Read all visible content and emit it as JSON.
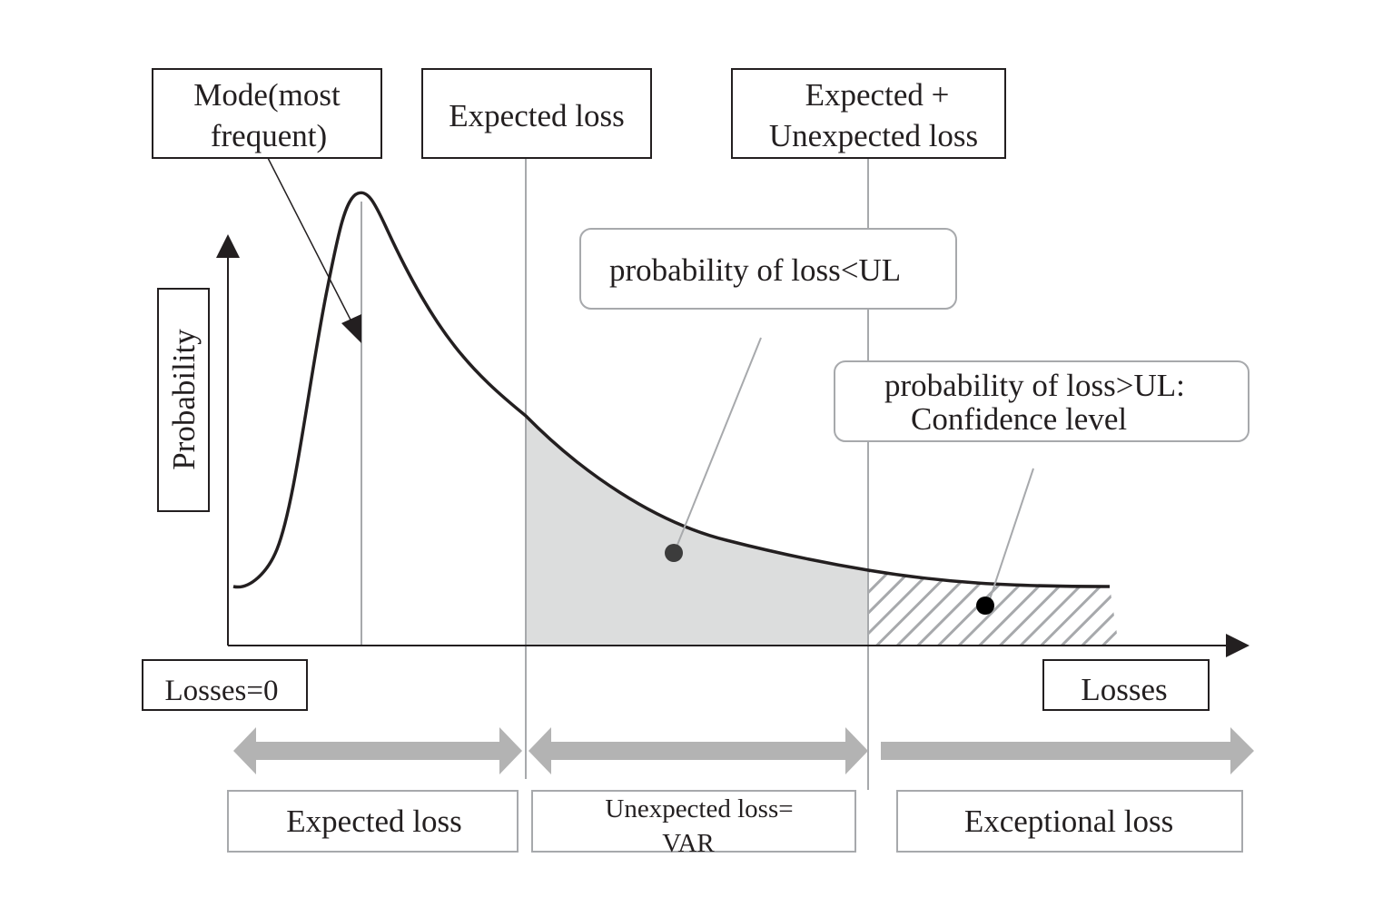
{
  "labels": {
    "mode_line1": "Mode(most",
    "mode_line2": "frequent)",
    "expected_loss_top": "Expected loss",
    "expected_plus_line1": "Expected +",
    "expected_plus_line2": "Unexpected loss",
    "prob_less": "probability of loss<UL",
    "prob_greater_line1": "probability of loss>UL:",
    "prob_greater_line2": "Confidence level",
    "y_axis": "Probability",
    "losses_zero": "Losses=0",
    "losses": "Losses",
    "bottom_expected": "Expected loss",
    "bottom_unexpected_line1": "Unexpected loss=",
    "bottom_unexpected_line2": "VAR",
    "bottom_exceptional": "Exceptional loss"
  },
  "colors": {
    "curve": "#231f20",
    "shaded_region": "#dcdddd",
    "hatch": "#a7a9ac",
    "arrows": "#b3b3b3",
    "guide_lines": "#a7a9ac",
    "text": "#231f20"
  }
}
